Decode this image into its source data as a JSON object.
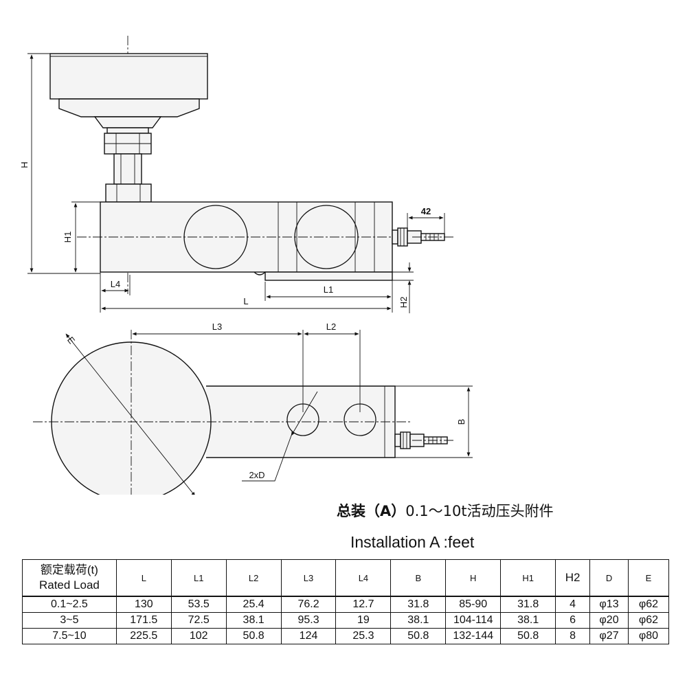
{
  "labels": {
    "H": "H",
    "H1": "H1",
    "H2": "H2",
    "L": "L",
    "L1": "L1",
    "L2": "L2",
    "L3": "L3",
    "L4": "L4",
    "B": "B",
    "E": "E",
    "D": "2xD",
    "dim42": "42"
  },
  "title": {
    "cn_prefix": "总装（",
    "cn_a": "A",
    "cn_close": "）",
    "cn_rest": "0.1～10t活动压头附件",
    "en": "Installation A :feet"
  },
  "table": {
    "first_header": [
      "额定载荷(t)",
      "Rated Load"
    ],
    "headers": [
      "L",
      "L1",
      "L2",
      "L3",
      "L4",
      "B",
      "H",
      "H1",
      "H2",
      "D",
      "E"
    ],
    "rows": [
      [
        "0.1~2.5",
        "130",
        "53.5",
        "25.4",
        "76.2",
        "12.7",
        "31.8",
        "85-90",
        "31.8",
        "4",
        "φ13",
        "φ62"
      ],
      [
        "3~5",
        "171.5",
        "72.5",
        "38.1",
        "95.3",
        "19",
        "38.1",
        "104-114",
        "38.1",
        "6",
        "φ20",
        "φ62"
      ],
      [
        "7.5~10",
        "225.5",
        "102",
        "50.8",
        "124",
        "25.3",
        "50.8",
        "132-144",
        "50.8",
        "8",
        "φ27",
        "φ80"
      ]
    ]
  }
}
